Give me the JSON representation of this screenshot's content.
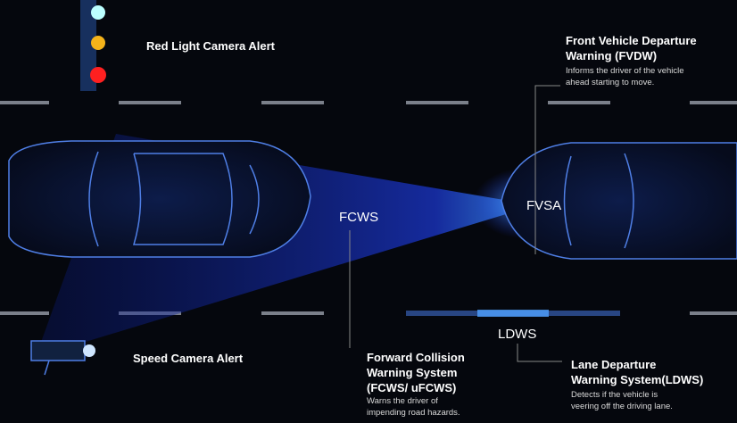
{
  "red_light": {
    "title": "Red Light Camera Alert"
  },
  "speed_camera": {
    "title": "Speed Camera Alert"
  },
  "fvdw": {
    "title_line1": "Front Vehicle Departure",
    "title_line2": "Warning (FVDW)",
    "desc_line1": "Informs the driver of the vehicle",
    "desc_line2": "ahead starting to move."
  },
  "fcws": {
    "short": "FCWS",
    "title_line1": "Forward Collision",
    "title_line2": "Warning System",
    "title_line3": "(FCWS/ uFCWS)",
    "desc_line1": "Warns the driver of",
    "desc_line2": "impending road hazards."
  },
  "fvsa": {
    "short": "FVSA"
  },
  "ldws": {
    "short": "LDWS",
    "title_line1": "Lane Departure",
    "title_line2": "Warning System(LDWS)",
    "desc_line1": "Detects if the vehicle is",
    "desc_line2": "veering off the driving lane."
  },
  "colors": {
    "beam": "#1a2fd0",
    "car_outline": "#4f7fe6",
    "lane": "#8a8f99",
    "ldws_lane": "#3f8cff"
  }
}
